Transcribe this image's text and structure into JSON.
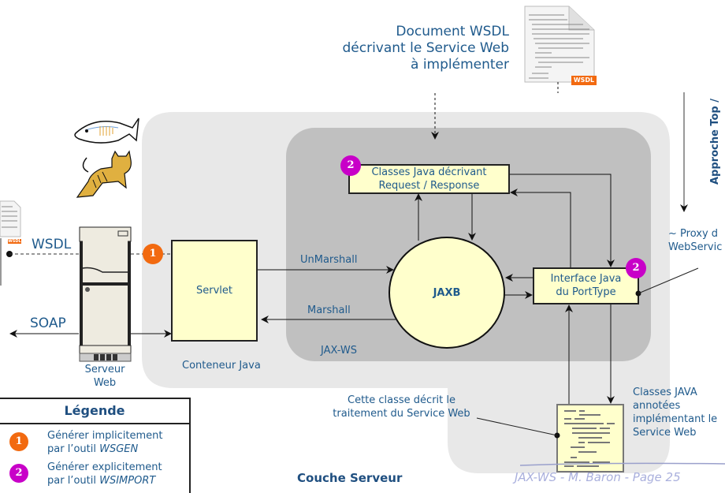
{
  "colors": {
    "text_blue": "#1f5a8c",
    "outer_region": "#e8e8e8",
    "inner_region": "#c0c0c0",
    "box_fill": "#ffffcc",
    "badge_orange": "#f26a10",
    "badge_purple": "#c800c8"
  },
  "top_note": {
    "line1": "Document WSDL",
    "line2": "décrivant le Service Web",
    "line3": "à implémenter"
  },
  "icons": {
    "wsdl_document_top": "wsdl-document-icon",
    "wsdl_document_left": "wsdl-document-icon",
    "glassfish": "glassfish-fish-icon",
    "tomcat": "tomcat-cat-icon",
    "server": "web-server-tower-icon",
    "java_source": "java-source-file-icon"
  },
  "wsdl_tag": "WSDL",
  "approach_label": "Approche Top /",
  "proxy_label": {
    "line1": "~ Proxy d",
    "line2": "WebServic"
  },
  "left": {
    "wsdl_label": "WSDL",
    "soap_label": "SOAP",
    "server_label_line1": "Serveur",
    "server_label_line2": "Web"
  },
  "badges": {
    "one": "1",
    "two": "2"
  },
  "boxes": {
    "servlet": "Servlet",
    "classes_java_line1": "Classes Java décrivant",
    "classes_java_line2": "Request / Response",
    "jaxb": "JAXB",
    "interface_line1": "Interface Java",
    "interface_line2": "du PortType"
  },
  "arrows": {
    "unmarshall": "UnMarshall",
    "marshall": "Marshall"
  },
  "regions": {
    "jaxws": "JAX-WS",
    "conteneur": "Conteneur Java"
  },
  "impl_note": {
    "line1": "Cette classe décrit le",
    "line2": "traitement du Service Web"
  },
  "impl_label": {
    "line1": "Classes JAVA",
    "line2": "annotées",
    "line3": "implémentant le",
    "line4": "Service Web"
  },
  "legend": {
    "title": "Légende",
    "items": [
      {
        "badge": "1",
        "text": "Générer implicitement",
        "text2": "par l’outil ",
        "tool": "WSGEN"
      },
      {
        "badge": "2",
        "text": "Générer explicitement",
        "text2": "par l’outil ",
        "tool": "WSIMPORT"
      }
    ]
  },
  "footer": {
    "title": "Couche Serveur",
    "page": "JAX-WS  - M. Baron - Page  25"
  }
}
